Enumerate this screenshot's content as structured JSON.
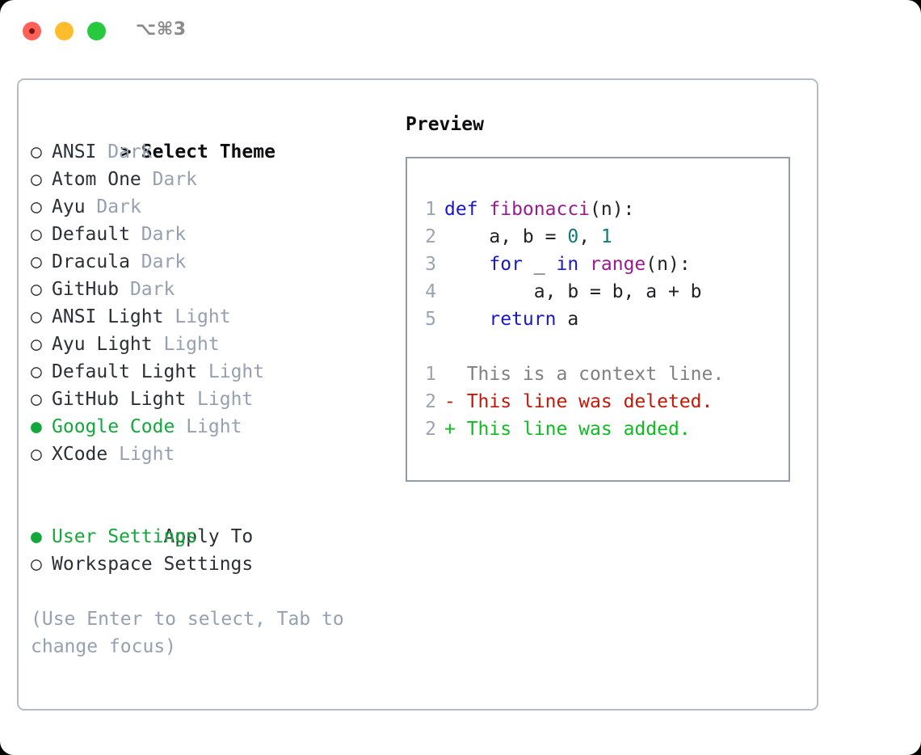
{
  "titlebar": {
    "shortcut": "⌥⌘3",
    "traffic_lights": [
      "close",
      "minimize",
      "maximize"
    ],
    "colors": {
      "close": "#ff6159",
      "minimize": "#ffbd2e",
      "maximize": "#27ca3f"
    }
  },
  "theme_picker": {
    "header_marker": ">",
    "header_label": "Select Theme",
    "markers": {
      "selected": "●",
      "unselected": "○"
    },
    "selected_color": "#14a83c",
    "suffix_color": "#96a0b0",
    "items": [
      {
        "marker": "○",
        "name": "ANSI",
        "suffix": "Dark",
        "selected": false
      },
      {
        "marker": "○",
        "name": "Atom One",
        "suffix": "Dark",
        "selected": false
      },
      {
        "marker": "○",
        "name": "Ayu",
        "suffix": "Dark",
        "selected": false
      },
      {
        "marker": "○",
        "name": "Default",
        "suffix": "Dark",
        "selected": false
      },
      {
        "marker": "○",
        "name": "Dracula",
        "suffix": "Dark",
        "selected": false
      },
      {
        "marker": "○",
        "name": "GitHub",
        "suffix": "Dark",
        "selected": false
      },
      {
        "marker": "○",
        "name": "ANSI Light",
        "suffix": "Light",
        "selected": false
      },
      {
        "marker": "○",
        "name": "Ayu Light",
        "suffix": "Light",
        "selected": false
      },
      {
        "marker": "○",
        "name": "Default Light",
        "suffix": "Light",
        "selected": false
      },
      {
        "marker": "○",
        "name": "GitHub Light",
        "suffix": "Light",
        "selected": false
      },
      {
        "marker": "●",
        "name": "Google Code",
        "suffix": "Light",
        "selected": true
      },
      {
        "marker": "○",
        "name": "XCode",
        "suffix": "Light",
        "selected": false
      }
    ]
  },
  "apply_to": {
    "header_label": "Apply To",
    "items": [
      {
        "marker": "●",
        "name": "User Settings",
        "selected": true
      },
      {
        "marker": "○",
        "name": "Workspace Settings",
        "selected": false
      }
    ]
  },
  "hint": "(Use Enter to select, Tab to change focus)",
  "preview": {
    "title": "Preview",
    "code_lines": [
      {
        "n": "1",
        "tokens": [
          {
            "t": "def ",
            "c": "kw"
          },
          {
            "t": "fibonacci",
            "c": "fn"
          },
          {
            "t": "(n):",
            "c": "pln"
          }
        ]
      },
      {
        "n": "2",
        "tokens": [
          {
            "t": "    a, b = ",
            "c": "pln"
          },
          {
            "t": "0",
            "c": "num"
          },
          {
            "t": ", ",
            "c": "pln"
          },
          {
            "t": "1",
            "c": "num"
          }
        ]
      },
      {
        "n": "3",
        "tokens": [
          {
            "t": "    ",
            "c": "pln"
          },
          {
            "t": "for",
            "c": "kw"
          },
          {
            "t": " _ ",
            "c": "pln"
          },
          {
            "t": "in",
            "c": "kw"
          },
          {
            "t": " ",
            "c": "pln"
          },
          {
            "t": "range",
            "c": "fn"
          },
          {
            "t": "(n):",
            "c": "pln"
          }
        ]
      },
      {
        "n": "4",
        "tokens": [
          {
            "t": "        a, b = b, a + b",
            "c": "pln"
          }
        ]
      },
      {
        "n": "5",
        "tokens": [
          {
            "t": "    ",
            "c": "pln"
          },
          {
            "t": "return",
            "c": "kw"
          },
          {
            "t": " a",
            "c": "pln"
          }
        ]
      }
    ],
    "diff_lines": [
      {
        "n": "1",
        "sign": " ",
        "text": " This is a context line.",
        "kind": "ctx"
      },
      {
        "n": "2",
        "sign": "-",
        "text": " This line was deleted.",
        "kind": "del"
      },
      {
        "n": "2",
        "sign": "+",
        "text": " This line was added.",
        "kind": "add"
      }
    ],
    "syntax_colors": {
      "keyword": "#1919c4",
      "function": "#9b1b8f",
      "number": "#0f7b73",
      "plain": "#202225",
      "line_number": "#9aa4b4",
      "diff_context": "#808080",
      "diff_deleted": "#c21807",
      "diff_added": "#11bb22"
    }
  }
}
